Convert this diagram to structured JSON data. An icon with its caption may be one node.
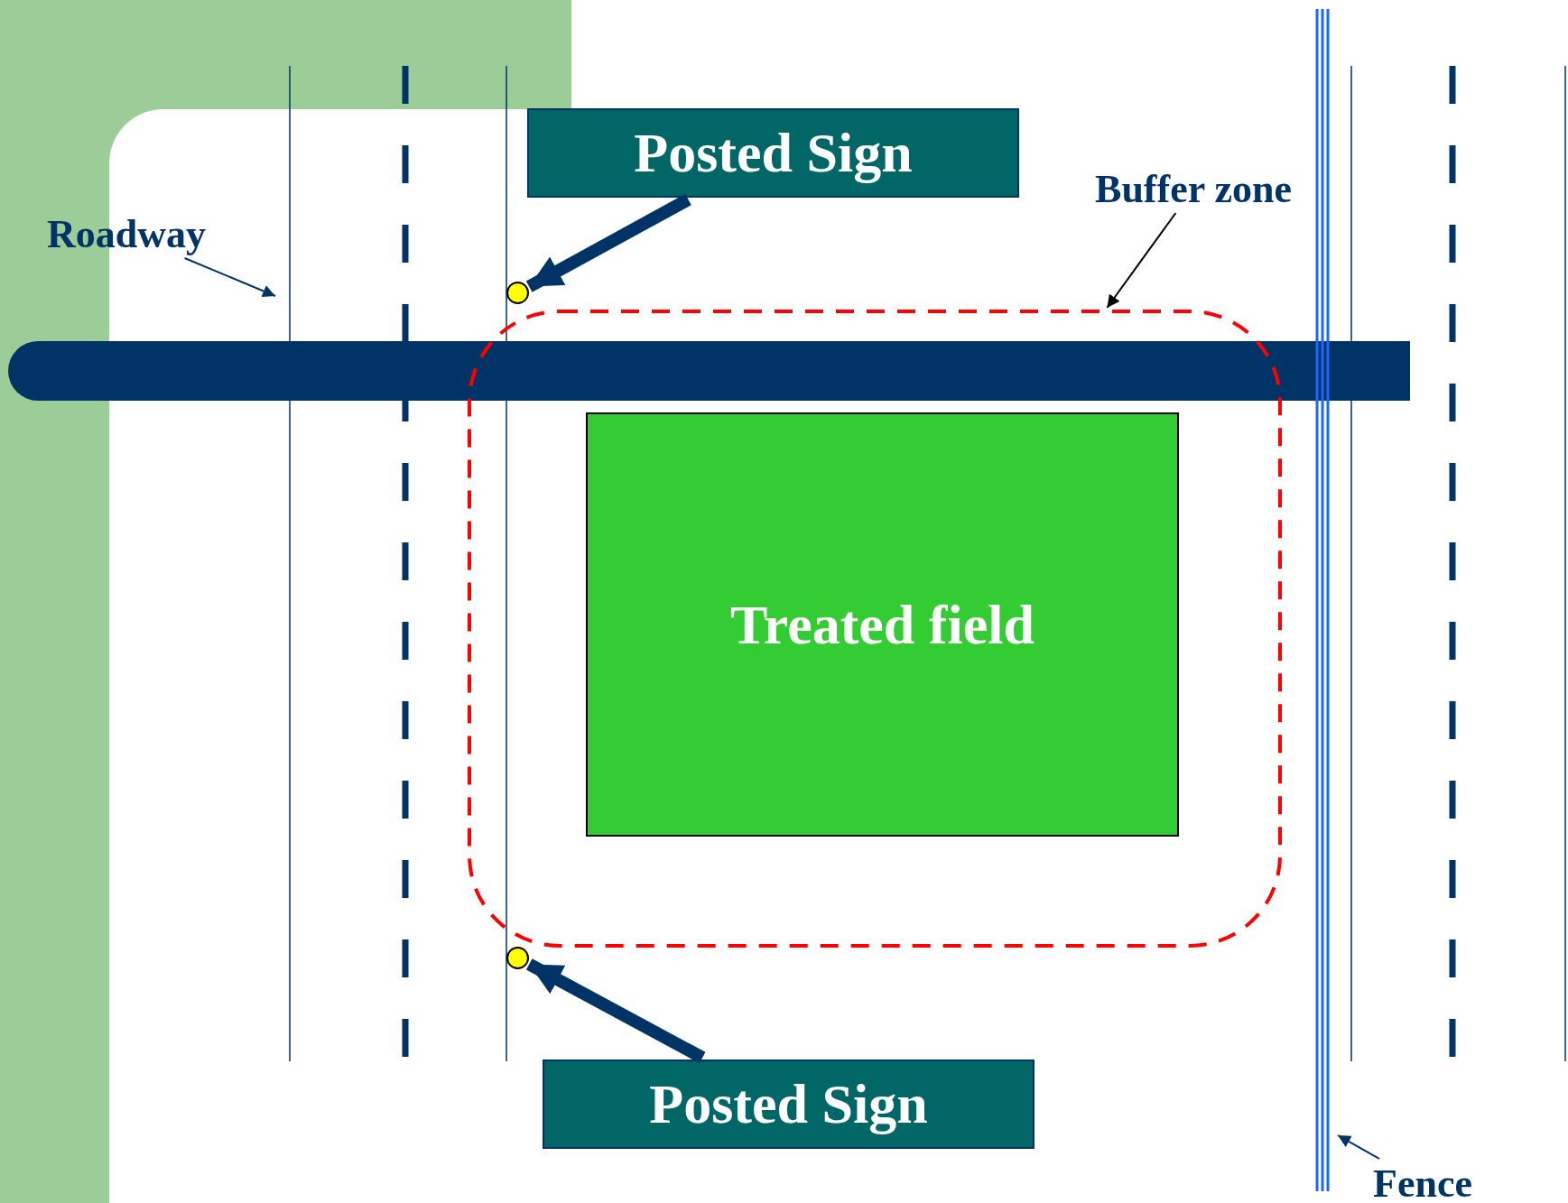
{
  "diagram": {
    "nodes": [
      {
        "text": [
          "Posted Sign"
        ]
      },
      {
        "text": [
          "Buffer zone"
        ]
      },
      {
        "text": [
          "Roadway"
        ]
      },
      {
        "text": [],
        "shape": "circle"
      },
      {
        "text": [],
        "shape": "bar"
      },
      {
        "text": [],
        "shape": "box"
      },
      {
        "text": [
          "Treated field"
        ],
        "in": 5
      },
      {
        "text": [],
        "shape": "circle"
      },
      {
        "text": [
          "Posted Sign"
        ]
      },
      {
        "text": [
          "Fence"
        ]
      }
    ],
    "edges": [
      {
        "from": 0,
        "to": 3,
        "arrow": "to",
        "style": "thick"
      },
      {
        "from": 1,
        "to": 5,
        "arrow": "to",
        "color": "#000000"
      },
      {
        "from": 2,
        "to": null,
        "arrow": "to"
      },
      {
        "from": 8,
        "to": 7,
        "arrow": "to",
        "style": "thick"
      },
      {
        "from": 9,
        "to": null,
        "arrow": "to"
      }
    ]
  }
}
